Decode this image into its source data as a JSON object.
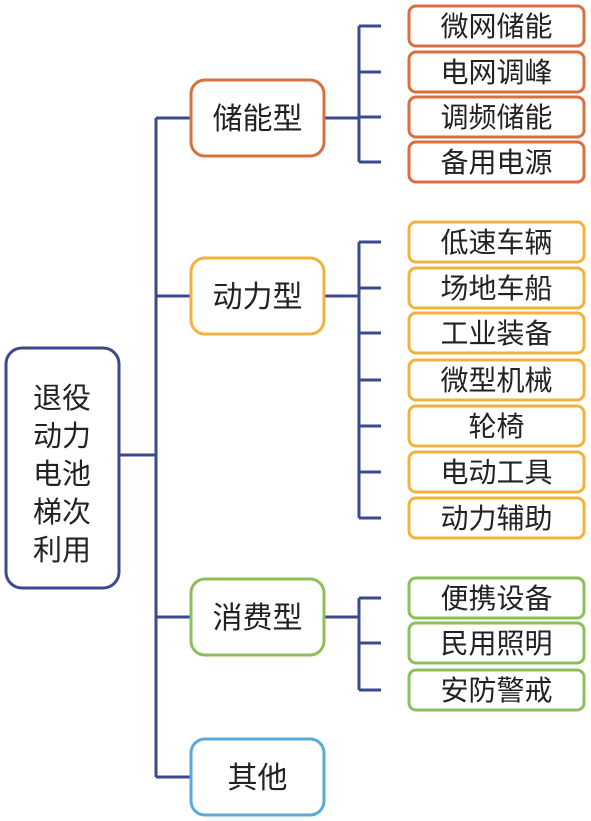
{
  "colors": {
    "line": "#3a4a8f",
    "root": "#3a4a8f",
    "storage": "#d96f3c",
    "power": "#f2b33d",
    "consumer": "#8cbf5a",
    "other": "#5aa9d6",
    "text": "#222222"
  },
  "root": {
    "lines": [
      "退役",
      "动力",
      "电池",
      "梯次",
      "利用"
    ]
  },
  "categories": [
    {
      "label": "储能型",
      "color_key": "storage",
      "items": [
        "微网储能",
        "电网调峰",
        "调频储能",
        "备用电源"
      ]
    },
    {
      "label": "动力型",
      "color_key": "power",
      "items": [
        "低速车辆",
        "场地车船",
        "工业装备",
        "微型机械",
        "轮椅",
        "电动工具",
        "动力辅助"
      ]
    },
    {
      "label": "消费型",
      "color_key": "consumer",
      "items": [
        "便携设备",
        "民用照明",
        "安防警戒"
      ]
    },
    {
      "label": "其他",
      "color_key": "other",
      "items": []
    }
  ]
}
